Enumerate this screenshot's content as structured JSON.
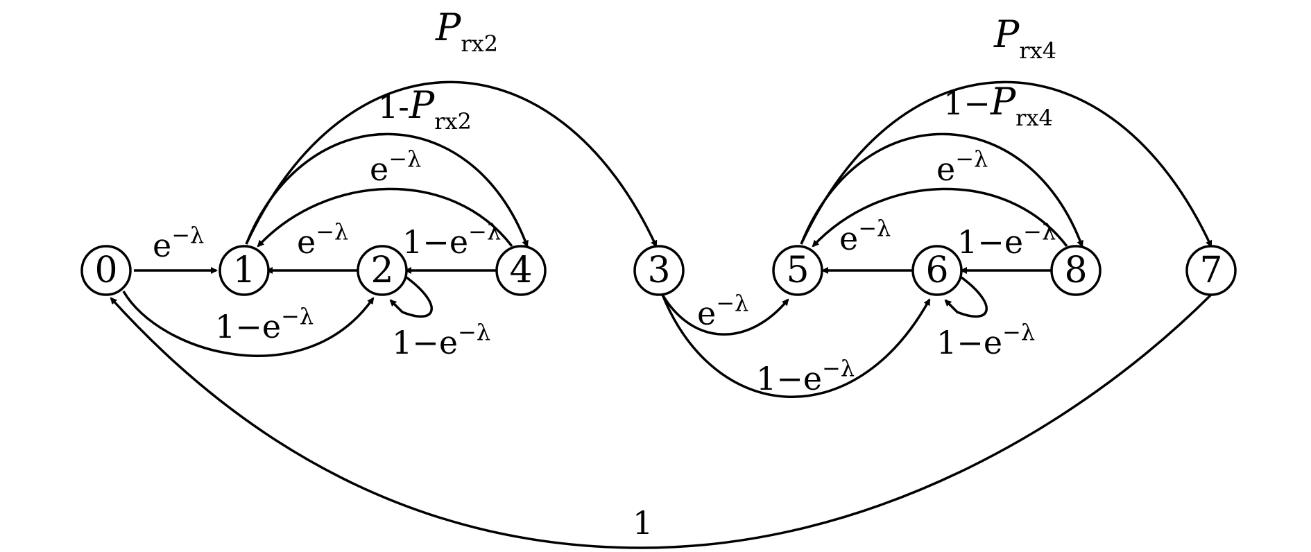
{
  "nodes": [
    {
      "id": "0",
      "label": "0"
    },
    {
      "id": "1",
      "label": "1"
    },
    {
      "id": "2",
      "label": "2"
    },
    {
      "id": "4",
      "label": "4"
    },
    {
      "id": "3",
      "label": "3"
    },
    {
      "id": "5",
      "label": "5"
    },
    {
      "id": "6",
      "label": "6"
    },
    {
      "id": "8",
      "label": "8"
    },
    {
      "id": "7",
      "label": "7"
    }
  ],
  "edges": [
    {
      "from": "0",
      "to": "1",
      "label": "e^-λ"
    },
    {
      "from": "2",
      "to": "1",
      "label": "e^-λ"
    },
    {
      "from": "4",
      "to": "2",
      "label": "1−e^-λ"
    },
    {
      "from": "0",
      "to": "2",
      "label": "1−e^-λ"
    },
    {
      "from": "2",
      "to": "2",
      "label": "1−e^-λ"
    },
    {
      "from": "4",
      "to": "1",
      "label": "e^-λ"
    },
    {
      "from": "1",
      "to": "4",
      "label": "1-P_rx2"
    },
    {
      "from": "1",
      "to": "3",
      "label": "P_rx2"
    },
    {
      "from": "3",
      "to": "5",
      "label": "e^-λ"
    },
    {
      "from": "3",
      "to": "6",
      "label": "1−e^-λ"
    },
    {
      "from": "6",
      "to": "5",
      "label": "e^-λ"
    },
    {
      "from": "8",
      "to": "6",
      "label": "1−e^-λ"
    },
    {
      "from": "6",
      "to": "6",
      "label": "1−e^-λ"
    },
    {
      "from": "8",
      "to": "5",
      "label": "e^-λ"
    },
    {
      "from": "5",
      "to": "8",
      "label": "1−P_rx4"
    },
    {
      "from": "5",
      "to": "7",
      "label": "P_rx4"
    },
    {
      "from": "7",
      "to": "0",
      "label": "1"
    }
  ],
  "text": {
    "one": "1",
    "one_minus": "1−",
    "one_dash": "1-",
    "e": "e",
    "neg_lambda": "−λ",
    "P": "P",
    "rx2": "rx2",
    "rx4": "rx4"
  }
}
